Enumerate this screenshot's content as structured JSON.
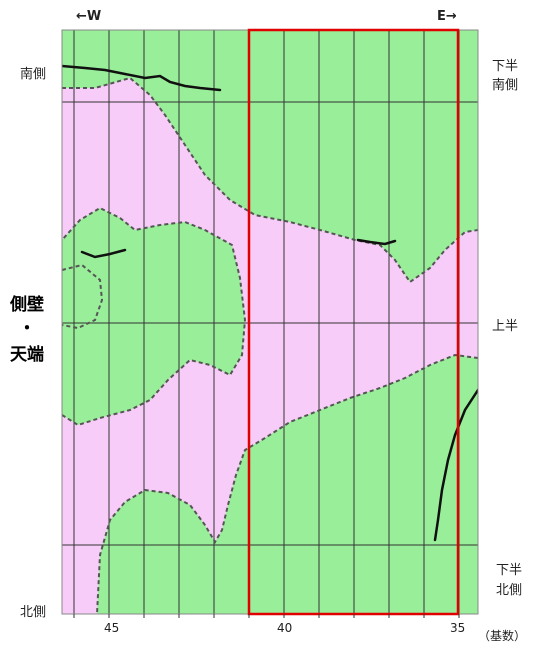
{
  "direction": {
    "west": "←W",
    "east": "E→"
  },
  "left_labels": {
    "south": "南側",
    "wall_line1": "側壁",
    "wall_dot": "・",
    "wall_line2": "天端",
    "north": "北側"
  },
  "right_labels": {
    "lower_south_1": "下半",
    "lower_south_2": "南側",
    "upper": "上半",
    "lower_north_1": "下半",
    "lower_north_2": "北側"
  },
  "x_axis": {
    "ticks": [
      "45",
      "40",
      "35"
    ],
    "unit": "（基数）"
  },
  "colors": {
    "green": "#99ee99",
    "pink": "#f8ccf8",
    "highlight": "#e00000",
    "grid": "#333333",
    "boundary": "#555555",
    "crack": "#111111"
  }
}
